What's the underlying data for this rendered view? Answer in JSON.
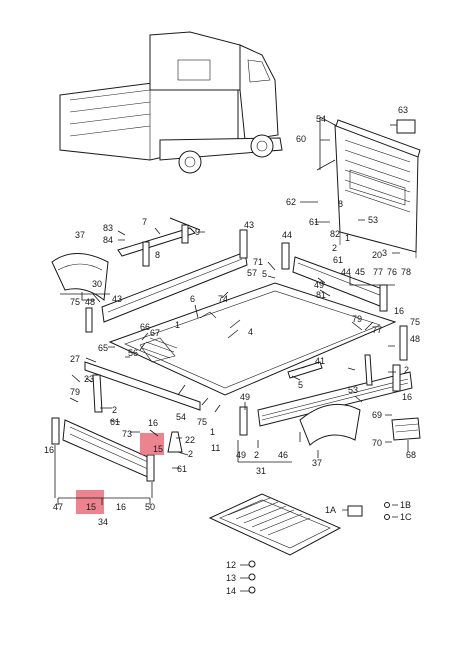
{
  "callouts": {
    "c1": "1",
    "c1b": "1",
    "c1c": "1",
    "c2a": "2",
    "c2b": "2",
    "c3": "3",
    "c4": "4",
    "c5": "5",
    "c6": "6",
    "c7": "7",
    "c8a": "8",
    "c8b": "8",
    "c9": "9",
    "c11": "11",
    "c12": "12",
    "c13": "13",
    "c14": "14",
    "c15a": "15",
    "c15b": "15",
    "c16a": "16",
    "c16b": "16",
    "c16c": "16",
    "c20": "20",
    "c22": "22",
    "c23": "23",
    "c27": "27",
    "c30": "30",
    "c31": "31",
    "c34": "34",
    "c37a": "37",
    "c37b": "37",
    "c41": "41",
    "c43a": "43",
    "c43b": "43",
    "c44a": "44",
    "c44b": "44",
    "c45": "45",
    "c46": "46",
    "c47": "47",
    "c48": "48",
    "c49a": "49",
    "c49b": "49",
    "c50": "50",
    "c53": "53",
    "c54a": "54",
    "c54b": "54",
    "c56": "56",
    "c57": "57",
    "c60": "60",
    "c61a": "61",
    "c61b": "61",
    "c61c": "61",
    "c62": "62",
    "c63": "63",
    "c65": "65",
    "c66": "66",
    "c67": "67",
    "c68": "68",
    "c69": "69",
    "c70": "70",
    "c71": "71",
    "c73": "73",
    "c74": "74",
    "c75": "75",
    "c76": "76",
    "c77": "77",
    "c78": "78",
    "c79": "79",
    "c81": "81",
    "c82": "82",
    "c83": "83",
    "c84": "84",
    "c1a": "1A",
    "c1bb": "1B",
    "c1cc": "1C"
  },
  "highlight_color": "#e8596b"
}
